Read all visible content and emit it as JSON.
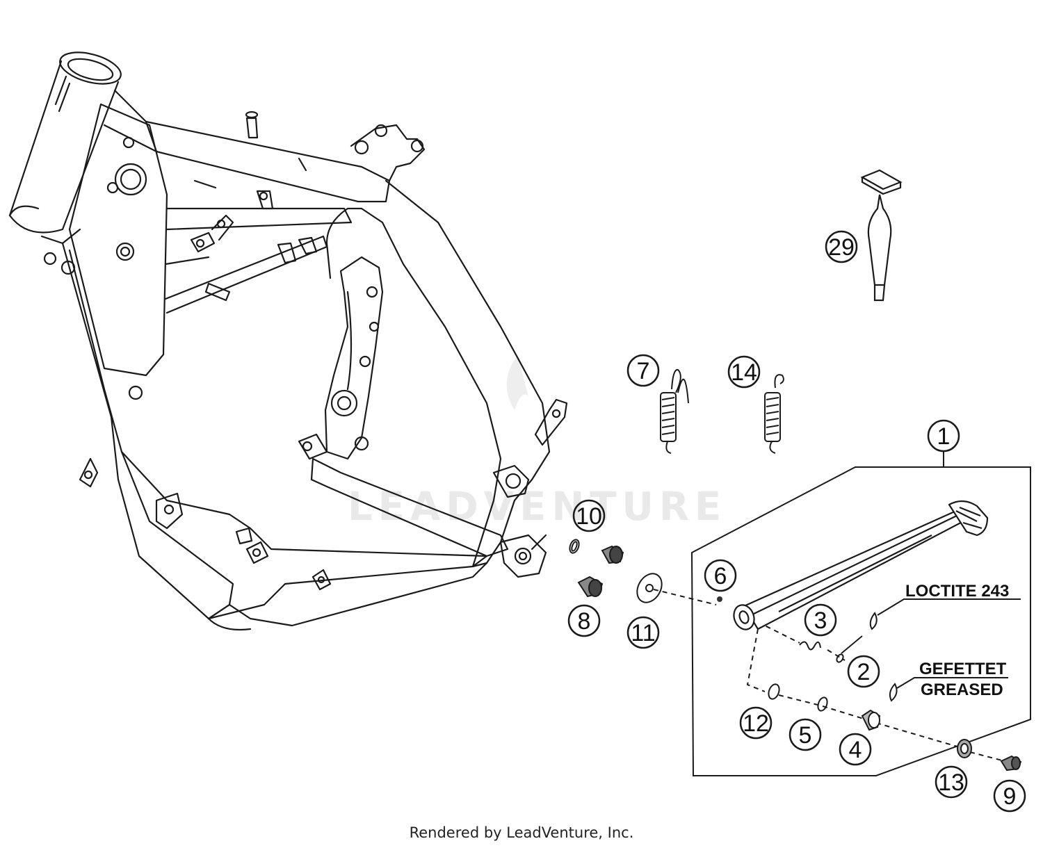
{
  "watermark": "LEADVENTURE",
  "footer": "Rendered by LeadVenture, Inc.",
  "notes": {
    "loctite": "LOCTITE 243",
    "greased_de": "GEFETTET",
    "greased_en": "GREASED"
  },
  "callouts": [
    "1",
    "2",
    "3",
    "4",
    "5",
    "6",
    "7",
    "8",
    "9",
    "10",
    "11",
    "12",
    "13",
    "14",
    "29"
  ],
  "colors": {
    "line": "#1a1a1a",
    "background": "#ffffff",
    "watermark": "#e9e9e9"
  }
}
